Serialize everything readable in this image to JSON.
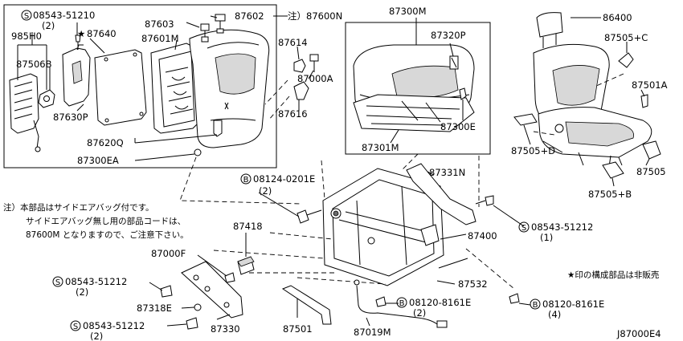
{
  "labels": {
    "s_08543_51210": "08543-51210",
    "qty_2_a": "(2)",
    "l_985H0": "985H0",
    "l_87506B": "87506B",
    "l_87640": "87640",
    "l_87603": "87603",
    "l_87601M": "87601M",
    "l_87602": "87602",
    "l_note_87600N": "注）87600N",
    "l_87614": "87614",
    "l_87000A": "87000A",
    "l_87616": "87616",
    "l_87630P": "87630P",
    "l_87620Q": "87620Q",
    "l_87300EA": "87300EA",
    "l_87300M": "87300M",
    "l_87320P": "87320P",
    "l_87300E": "87300E",
    "l_87301M": "87301M",
    "l_86400": "86400",
    "l_87505C": "87505+C",
    "l_87501A": "87501A",
    "l_87505D": "87505+D",
    "l_87505": "87505",
    "l_87505B": "87505+B",
    "b_08124_0201E": "08124-0201E",
    "qty_2_b": "(2)",
    "l_87331N": "87331N",
    "s_08543_51212_a": "08543-51212",
    "qty_1": "(1)",
    "l_87400": "87400",
    "l_87418": "87418",
    "l_87000F": "87000F",
    "s_08543_51212_b": "08543-51212",
    "qty_2_c": "(2)",
    "l_87318E": "87318E",
    "s_08543_51212_c": "08543-51212",
    "qty_2_d": "(2)",
    "l_87330": "87330",
    "l_87501": "87501",
    "l_87532": "87532",
    "b_08120_8161E_a": "08120-8161E",
    "qty_2_e": "(2)",
    "l_87019M": "87019M",
    "b_08120_8161E_b": "08120-8161E",
    "qty_4": "(4)",
    "not_sold_note": "★印の構成部品は非販売",
    "diagram_code": "J87000E4"
  },
  "note": {
    "line1": "注）本部品はサイドエアバッグ付です。",
    "line2": "サイドエアバッグ無し用の部品コードは、",
    "line3": "87600M となりますので、ご注意下さい。"
  },
  "symbols": {
    "s": "S",
    "b": "B",
    "star": "★"
  }
}
